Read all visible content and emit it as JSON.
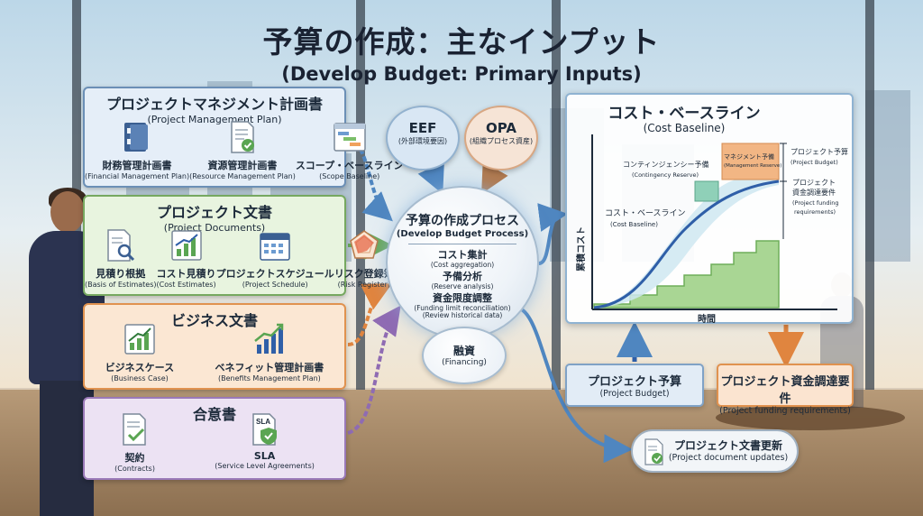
{
  "title": {
    "jp": "予算の作成：主なインプット",
    "en": "(Develop Budget: Primary Inputs)"
  },
  "panels": {
    "pmp": {
      "jp": "プロジェクトマネジメント計画書",
      "en": "(Project Management Plan)",
      "items": [
        {
          "jp": "財務管理計画書",
          "en": "(Financial Management Plan)",
          "icon": "binder-icon"
        },
        {
          "jp": "資源管理計画書",
          "en": "(Resource Management Plan)",
          "icon": "document-check-icon"
        },
        {
          "jp": "スコープ・ベースライン",
          "en": "(Scope Baseline)",
          "icon": "gantt-chart-icon"
        }
      ]
    },
    "docs": {
      "jp": "プロジェクト文書",
      "en": "(Project Documents)",
      "items": [
        {
          "jp": "見積り根拠",
          "en": "(Basis of Estimates)",
          "icon": "magnifier-document-icon"
        },
        {
          "jp": "コスト見積り",
          "en": "(Cost Estimates)",
          "icon": "bar-chart-icon"
        },
        {
          "jp": "プロジェクトスケジュール",
          "en": "(Project Schedule)",
          "icon": "calendar-icon"
        },
        {
          "jp": "リスク登録簿",
          "en": "(Risk Register)",
          "icon": "risk-radar-icon"
        }
      ]
    },
    "biz": {
      "jp": "ビジネス文書",
      "items": [
        {
          "jp": "ビジネスケース",
          "en": "(Business Case)",
          "icon": "growth-chart-icon"
        },
        {
          "jp": "ベネフィット管理計画書",
          "en": "(Benefits Management Plan)",
          "icon": "rising-bars-icon"
        }
      ]
    },
    "agree": {
      "jp": "合意書",
      "items": [
        {
          "jp": "契約",
          "en": "(Contracts)",
          "icon": "contract-check-icon"
        },
        {
          "jp": "SLA",
          "en": "(Service Level Agreements)",
          "icon": "sla-shield-icon",
          "badge": "SLA"
        }
      ]
    }
  },
  "eef": {
    "title": "EEF",
    "sub": "(外部環境要因)"
  },
  "opa": {
    "title": "OPA",
    "sub": "(組織プロセス資産)"
  },
  "process": {
    "jp": "予算の作成プロセス",
    "en": "(Develop Budget Process)",
    "steps": [
      {
        "jp": "コスト集計",
        "en": "(Cost aggregation)"
      },
      {
        "jp": "予備分析",
        "en": "(Reserve analysis)"
      },
      {
        "jp": "資金限度調整",
        "en": "(Funding limit reconciliation)\n(Review historical data)"
      }
    ]
  },
  "financing": {
    "jp": "融資",
    "en": "(Financing)"
  },
  "baseline": {
    "title_jp": "コスト・ベースライン",
    "title_en": "(Cost Baseline)",
    "ylabel": "累積コスト",
    "xlabel": "時間",
    "labels": {
      "contingency_jp": "コンティンジェンシー予備",
      "contingency_en": "(Contingency Reserve)",
      "management_jp": "マネジメント予備",
      "management_en": "(Management Reserve)",
      "baseline_jp": "コスト・ベースライン",
      "baseline_en": "(Cost Baseline)",
      "budget_jp": "プロジェクト予算",
      "budget_en": "(Project Budget)",
      "funding_jp1": "プロジェクト",
      "funding_jp2": "資金調達要件",
      "funding_en1": "(Project funding",
      "funding_en2": "requirements)"
    },
    "colors": {
      "baseline": "#2f5fa8",
      "steps": "#8fc97a",
      "management": "#f2b684",
      "contingency": "#bfe2d8"
    }
  },
  "outputs": {
    "budget": {
      "jp": "プロジェクト予算",
      "en": "(Project Budget)"
    },
    "funding": {
      "jp": "プロジェクト資金調達要件",
      "en": "(Project funding requirements)"
    },
    "docs": {
      "jp": "プロジェクト文書更新",
      "en": "(Project document updates)"
    }
  }
}
